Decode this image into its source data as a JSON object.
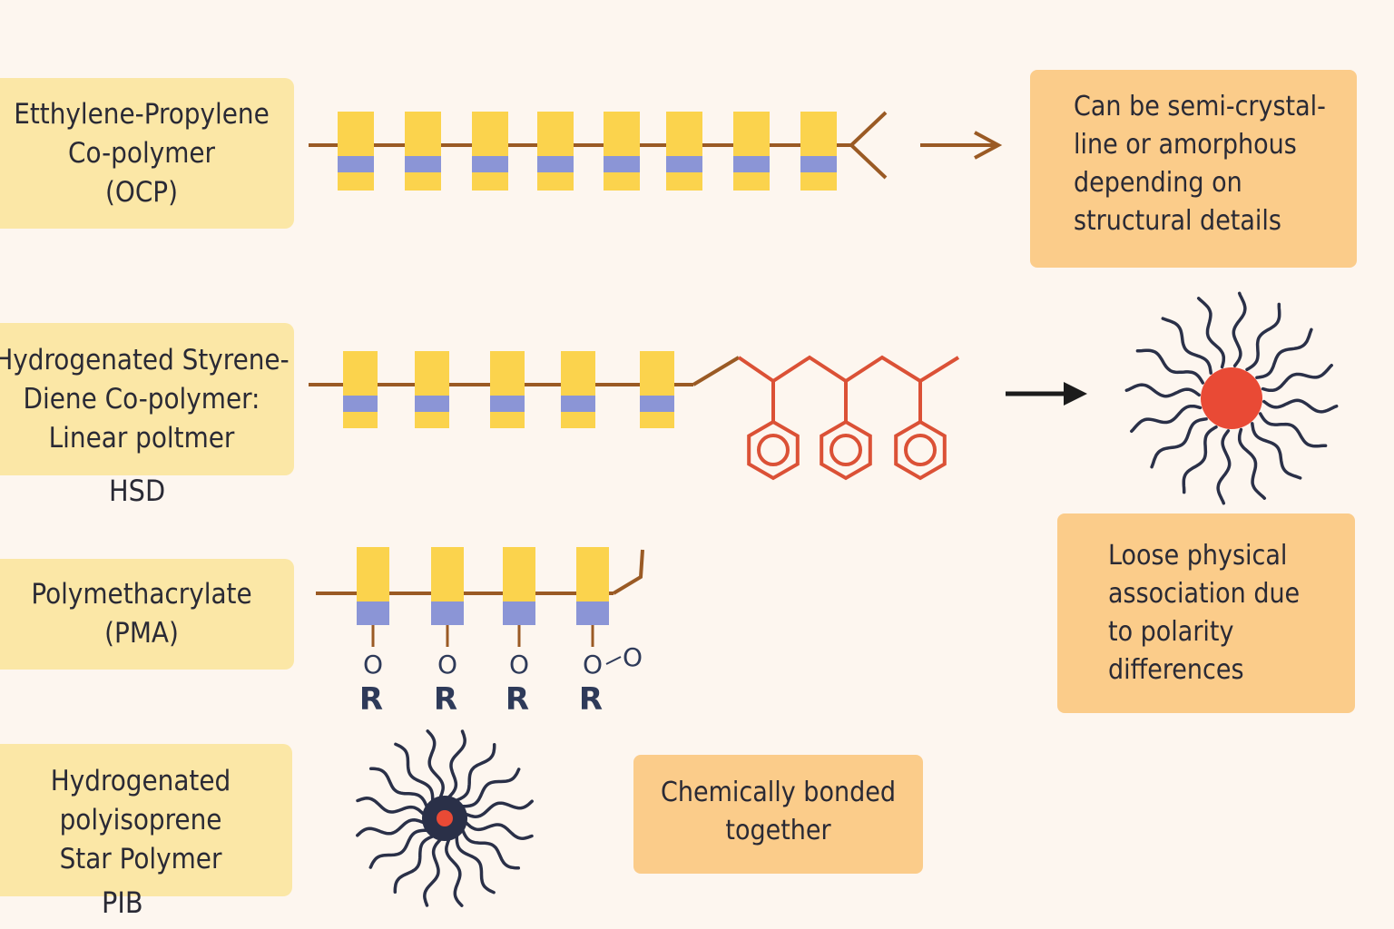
{
  "rows": [
    {
      "label_lines": [
        "Etthylene-Propylene",
        "Co-polymer",
        "(OCP)"
      ],
      "abbr": "",
      "note_lines": [
        "Can be semi-crystal-",
        "line or amorphous",
        "depending on",
        "structural details"
      ]
    },
    {
      "label_lines": [
        "Hydrogenated Styrene-",
        "Diene Co-polymer:",
        "Linear poltmer"
      ],
      "abbr": "HSD",
      "note_lines": [
        "Loose physical",
        "association due",
        "to polarity",
        "differences"
      ]
    },
    {
      "label_lines": [
        "Polymethacrylate",
        "(PMA)"
      ],
      "abbr": "",
      "pendant_labels": {
        "oxygen": "O",
        "group": "R",
        "extra_oxygen": "O"
      }
    },
    {
      "label_lines": [
        "Hydrogenated",
        "polyisoprene",
        "Star Polymer"
      ],
      "abbr": "PIB",
      "note_lines": [
        "Chemically bonded",
        "together"
      ]
    }
  ],
  "colors": {
    "background": "#fdf6ef",
    "label_box": "#fbe7a6",
    "note_box": "#fbcc8a",
    "monomer_yellow": "#fbd34d",
    "monomer_blue": "#8b95d6",
    "backbone": "#9a5a24",
    "styrene_red": "#db5136",
    "star_arm": "#2a3048",
    "star_core_red": "#e94a35",
    "arrow_black": "#1c1c1c"
  }
}
